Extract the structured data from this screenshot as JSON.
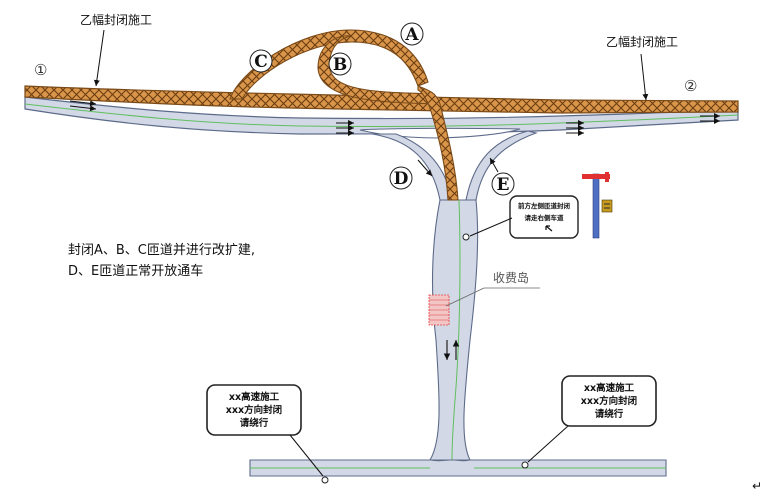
{
  "labels": {
    "work_left": "乙幅封闭施工",
    "work_right": "乙幅封闭施工",
    "node_1": "①",
    "node_2": "②",
    "ramp_a": "A",
    "ramp_b": "B",
    "ramp_c": "C",
    "ramp_d": "D",
    "ramp_e": "E",
    "toll_station": "收费岛",
    "note_line1": "封闭A、B、C匝道并进行改扩建,",
    "note_line2": "D、E匝道正常开放通车",
    "return_mark": "↵"
  },
  "signs": {
    "ramp_sign_line1": "前方左侧匝道封闭",
    "ramp_sign_line2": "请走右侧车道",
    "left_sign_line1": "xx高速施工",
    "left_sign_line2": "xxx方向封闭",
    "left_sign_line3": "请绕行",
    "right_sign_line1": "xx高速施工",
    "right_sign_line2": "xxx方向封闭",
    "right_sign_line3": "请绕行"
  },
  "colors": {
    "road_fill": "#d3d8e6",
    "road_edge": "#5d6b8a",
    "work_zone": "#d9954a",
    "work_mesh": "#6b3d10",
    "lane_line": "#5fbf5f",
    "flag_red": "#e03030",
    "pole_blue": "#4e6fc2"
  }
}
